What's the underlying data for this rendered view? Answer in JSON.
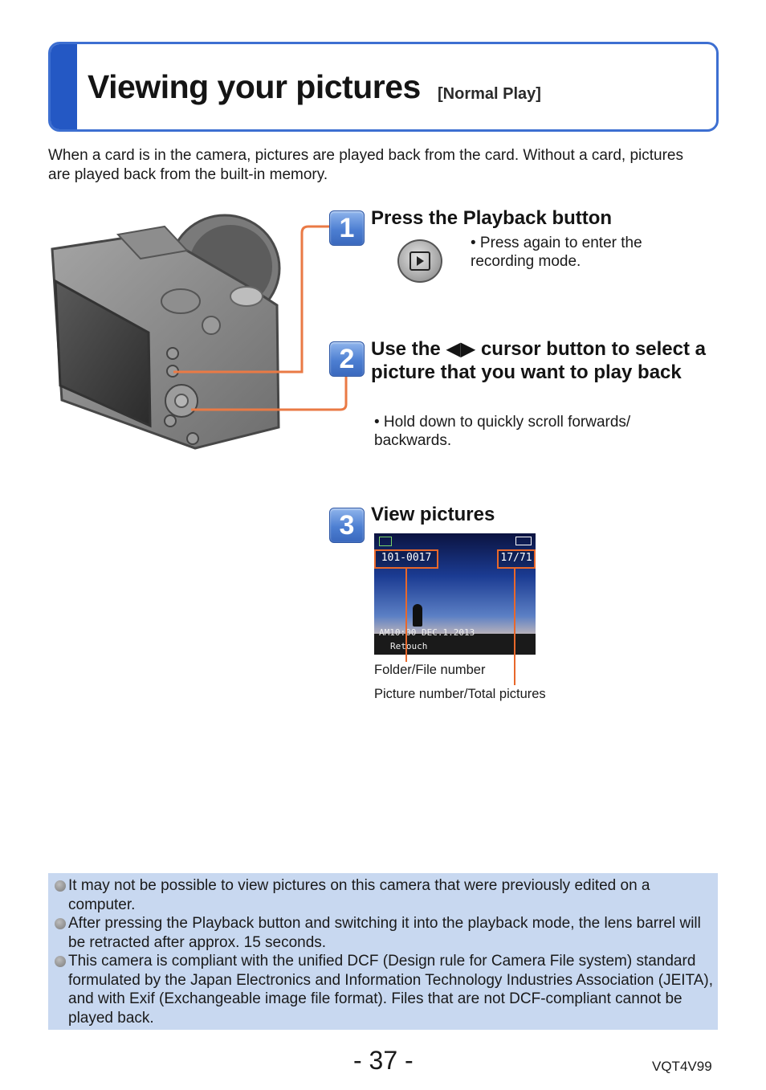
{
  "header": {
    "title": "Viewing your pictures",
    "subtitle": "[Normal Play]"
  },
  "intro": "When a card is in the camera, pictures are played back from the card. Without a card, pictures are played back from the built-in memory.",
  "steps": [
    {
      "number": "1",
      "title": "Press the Playback button",
      "note": "• Press again to enter the recording mode."
    },
    {
      "number": "2",
      "title": "Use the ◀▶ cursor button to select a picture that you want to play back",
      "note": "• Hold down to quickly scroll forwards/ backwards."
    },
    {
      "number": "3",
      "title": "View pictures"
    }
  ],
  "lcd": {
    "folder_file": "101-0017",
    "picture_count": "17/71",
    "datetime": "AM10:00  DEC.1.2013",
    "retouch": "Retouch"
  },
  "callouts": {
    "folder_file": "Folder/File number",
    "picture_total": "Picture number/Total pictures"
  },
  "notes": [
    "It may not be possible to view pictures on this camera that were previously edited on a computer.",
    "After pressing the Playback button and switching it into the playback mode, the lens barrel will be retracted after approx. 15 seconds.",
    "This camera is compliant with the unified DCF (Design rule for Camera File system) standard formulated by the Japan Electronics and Information Technology Industries Association (JEITA), and with Exif (Exchangeable image file format). Files that are not DCF-compliant cannot be played back."
  ],
  "footer": {
    "page_number": "- 37 -",
    "doc_code": "VQT4V99"
  },
  "colors": {
    "accent_blue": "#2458c4",
    "callout_orange": "#e8682b",
    "notes_bg": "#c8d8f0"
  }
}
